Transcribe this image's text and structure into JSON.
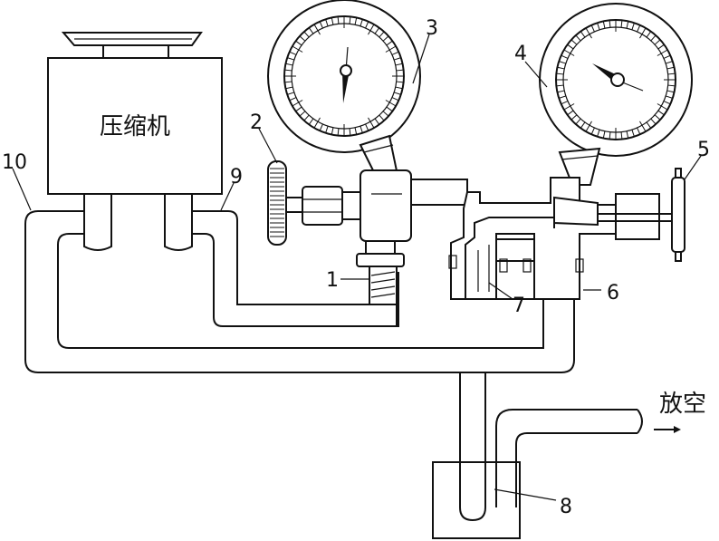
{
  "compressor_label": "压缩机",
  "vent_label": "放空",
  "part_labels": {
    "p1": "1",
    "p2": "2",
    "p3": "3",
    "p4": "4",
    "p5": "5",
    "p6": "6",
    "p7": "7",
    "p8": "8",
    "p9": "9",
    "p10": "10"
  }
}
